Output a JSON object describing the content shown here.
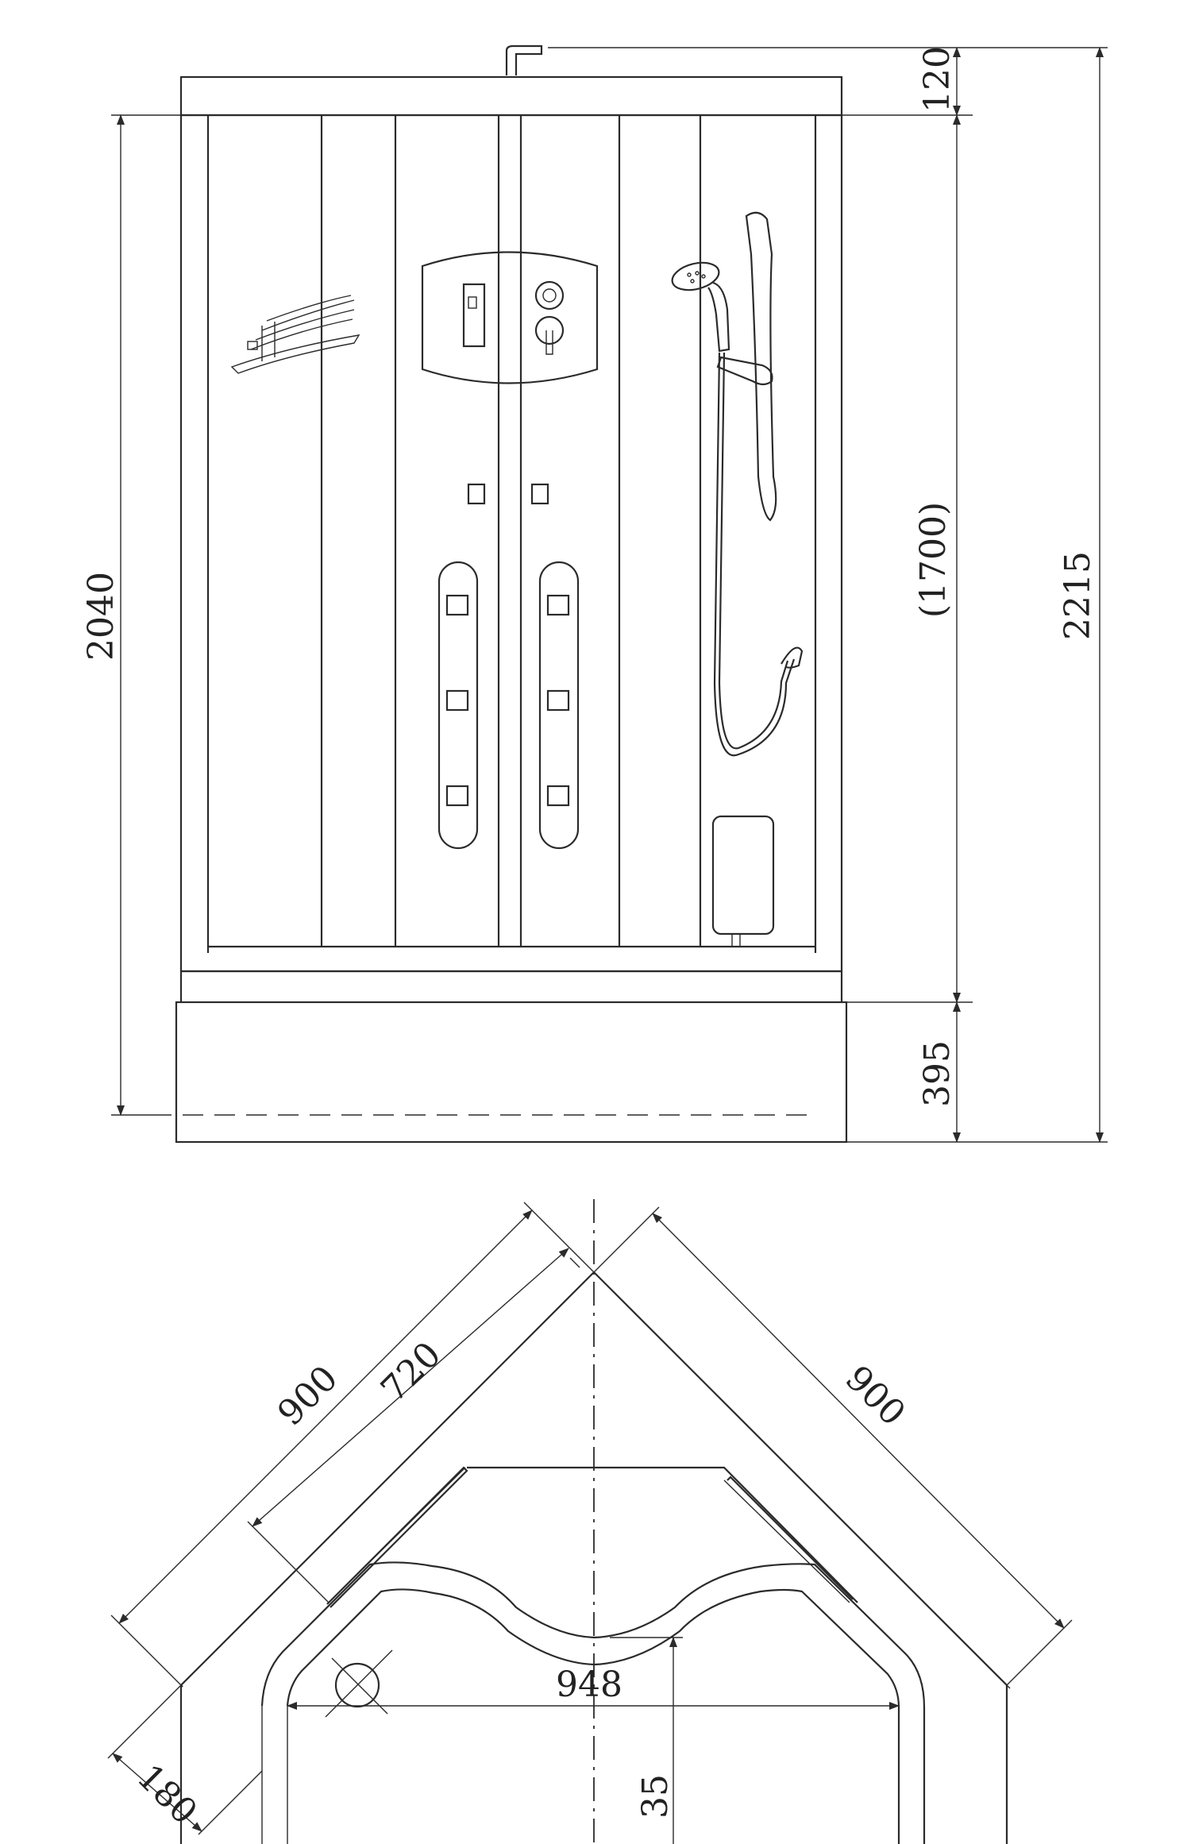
{
  "elevation": {
    "dim_top": "120",
    "dim_total_height": "2215",
    "dim_door_height": "(1700)",
    "dim_base": "395",
    "dim_overall_left": "2040"
  },
  "plan": {
    "dim_side_left": "900",
    "dim_side_right": "900",
    "dim_door_width": "720",
    "dim_offset": "180",
    "dim_tray_width": "948",
    "dim_depth": "35"
  },
  "colors": {
    "line": "#2b2b2b",
    "background": "#ffffff"
  }
}
